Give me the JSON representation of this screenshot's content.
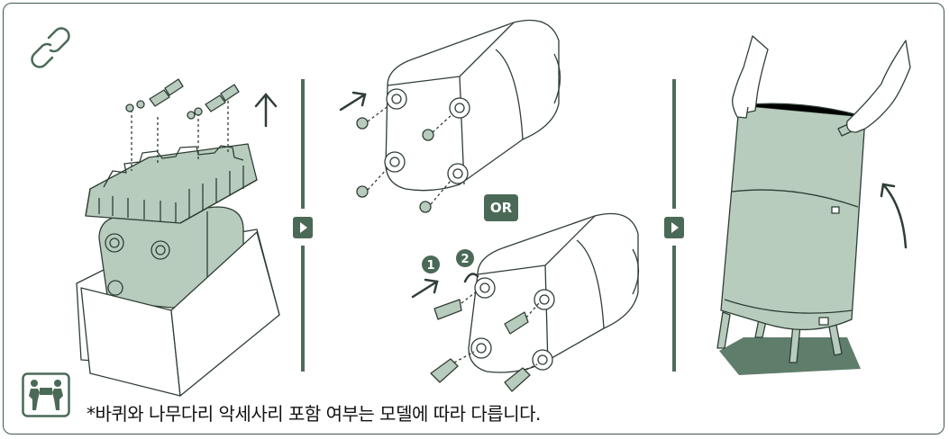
{
  "notice": {
    "text": "*바퀴와 나무다리 악세사리 포함 여부는 모델에 따라 다릅니다."
  },
  "steps": {
    "or_label": "OR",
    "badge_1": "1",
    "badge_2": "2"
  },
  "icons": {
    "link": "link-icon",
    "two_person": "two-person-lift-icon",
    "next_step": "play-triangle-icon"
  },
  "colors": {
    "accent": "#4a6a57",
    "line": "#2f3e36",
    "product_fill": "#b7ccbc",
    "floor": "#5f7d6b"
  }
}
